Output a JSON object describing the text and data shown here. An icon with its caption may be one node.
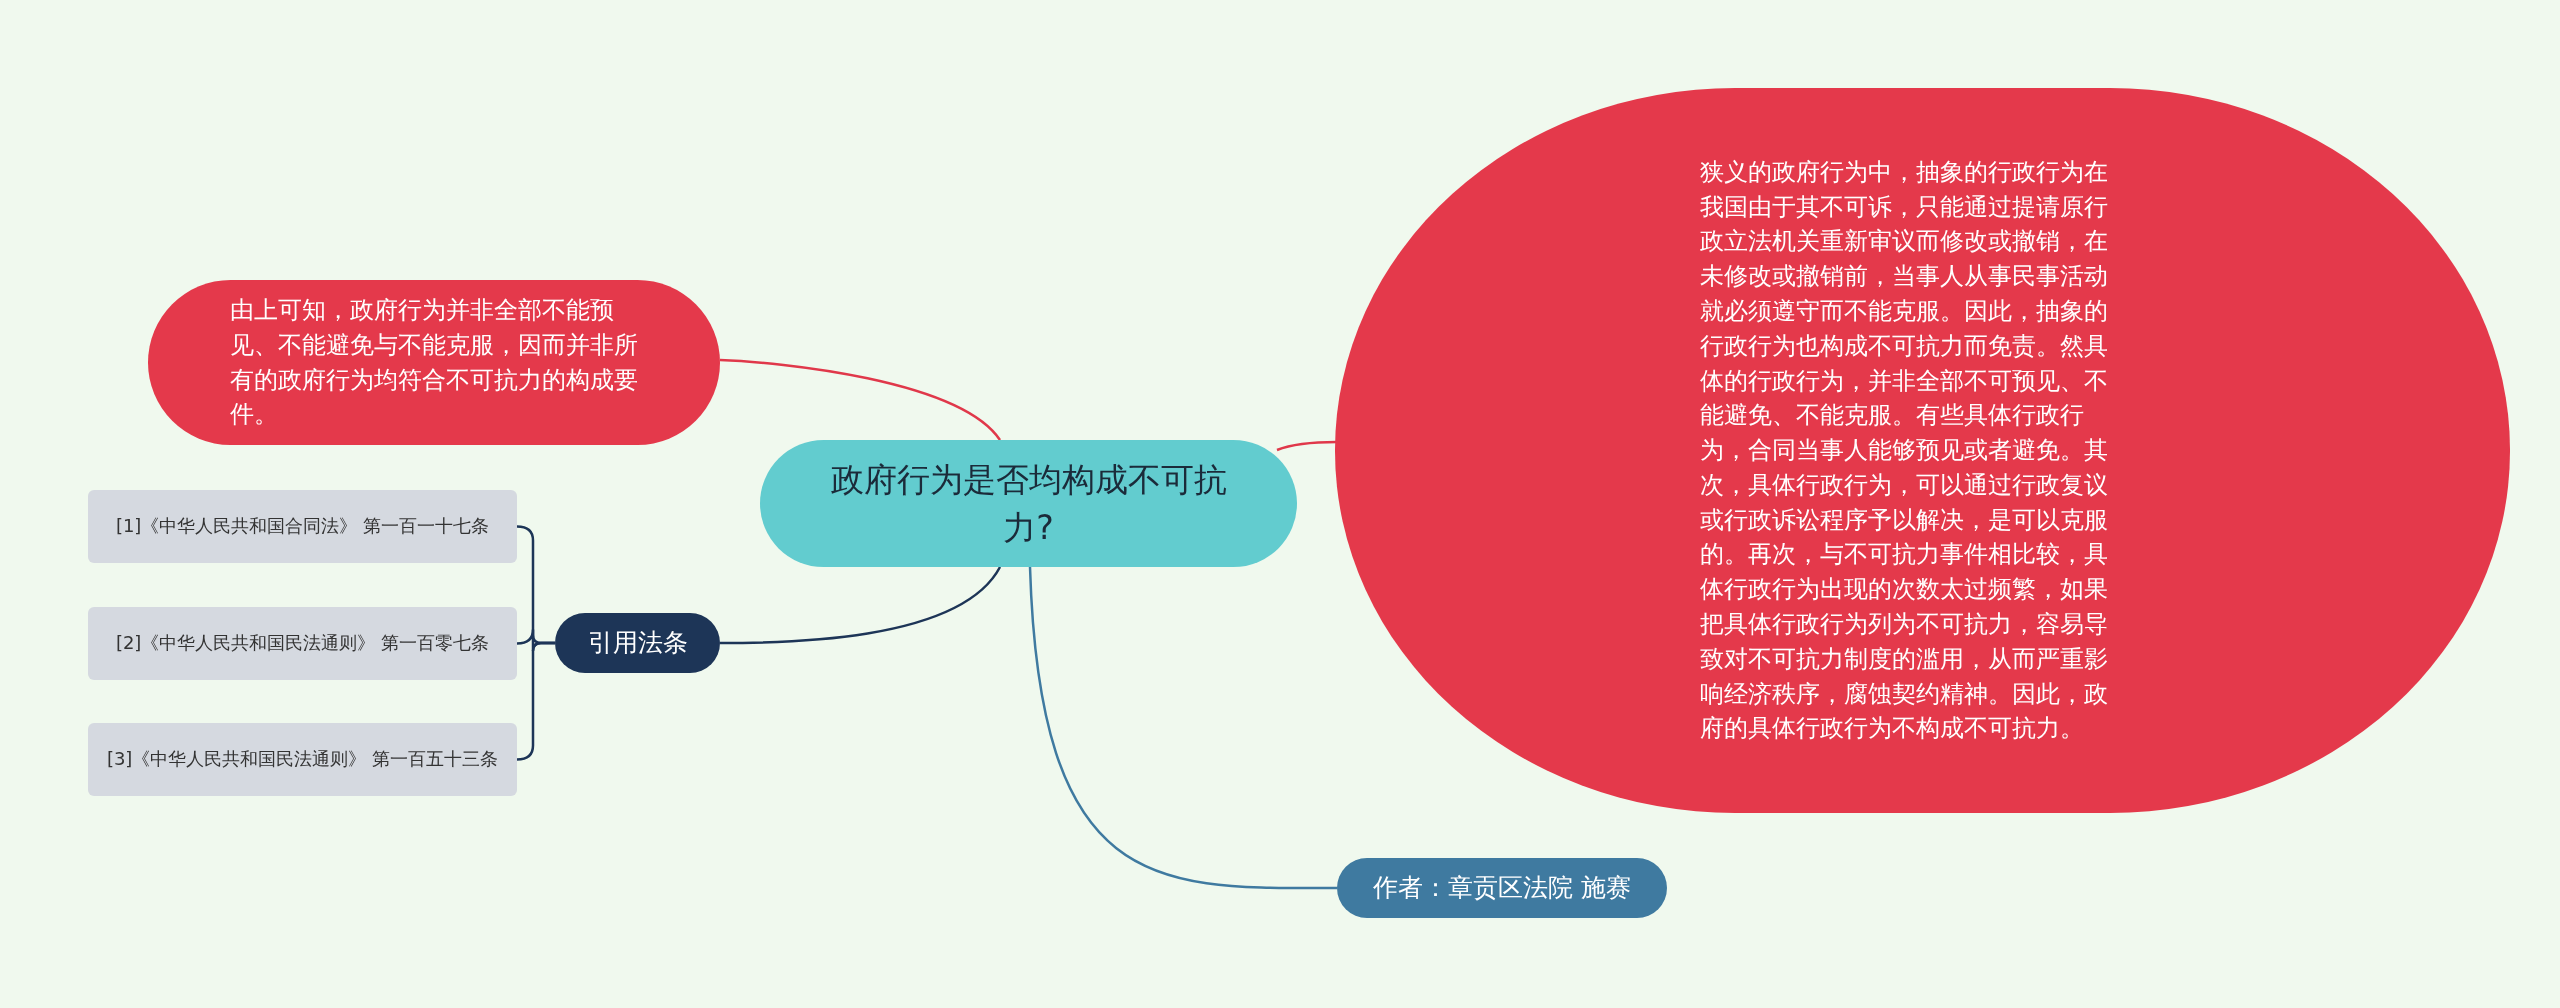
{
  "diagram": {
    "nodes": [
      {
        "text": [
          "政府行为是否均构成不可抗力?"
        ]
      },
      {
        "text": [
          "由上可知，政府行为并非全部不能预见、不能避免与不能克服，因而并非所有的政府行为均符合不可抗力的构成要件。"
        ]
      },
      {
        "text": [
          "引用法条"
        ]
      },
      {
        "text": [
          "[1]《中华人民共和国合同法》 第一百一十七条"
        ]
      },
      {
        "text": [
          "[2]《中华人民共和国民法通则》 第一百零七条"
        ]
      },
      {
        "text": [
          "[3]《中华人民共和国民法通则》 第一百五十三条"
        ]
      },
      {
        "text": [
          "狭义的政府行为中，抽象的行政行为在我国由于其不可诉，只能通过提请原行政立法机关重新审议而修改或撤销，在未修改或撤销前，当事人从事民事活动就必须遵守而不能克服。因此，抽象的行政行为也构成不可抗力而免责。然具体的行政行为，并非全部不可预见、不能避免、不能克服。有些具体行政行为，合同当事人能够预见或者避免。其次，具体行政行为，可以通过行政复议或行政诉讼程序予以解决，是可以克服的。再次，与不可抗力事件相比较，具体行政行为出现的次数太过频繁，如果把具体行政行为列为不可抗力，容易导致对不可抗力制度的滥用，从而严重影响经济秩序，腐蚀契约精神。因此，政府的具体行政行为不构成不可抗力。"
        ]
      },
      {
        "text": [
          "作者：章贡区法院 施赛"
        ]
      }
    ],
    "edges": [
      {
        "from": 0,
        "to": 1,
        "arrow": "none",
        "color": "#e0384a"
      },
      {
        "from": 0,
        "to": 2,
        "arrow": "none",
        "color": "#1d3557"
      },
      {
        "from": 2,
        "to": 3,
        "arrow": "none",
        "color": "#1d3557"
      },
      {
        "from": 2,
        "to": 4,
        "arrow": "none",
        "color": "#1d3557"
      },
      {
        "from": 2,
        "to": 5,
        "arrow": "none",
        "color": "#1d3557"
      },
      {
        "from": 0,
        "to": 6,
        "arrow": "none",
        "color": "#e0384a"
      },
      {
        "from": 0,
        "to": 7,
        "arrow": "none",
        "color": "#3f7aa0"
      }
    ]
  }
}
